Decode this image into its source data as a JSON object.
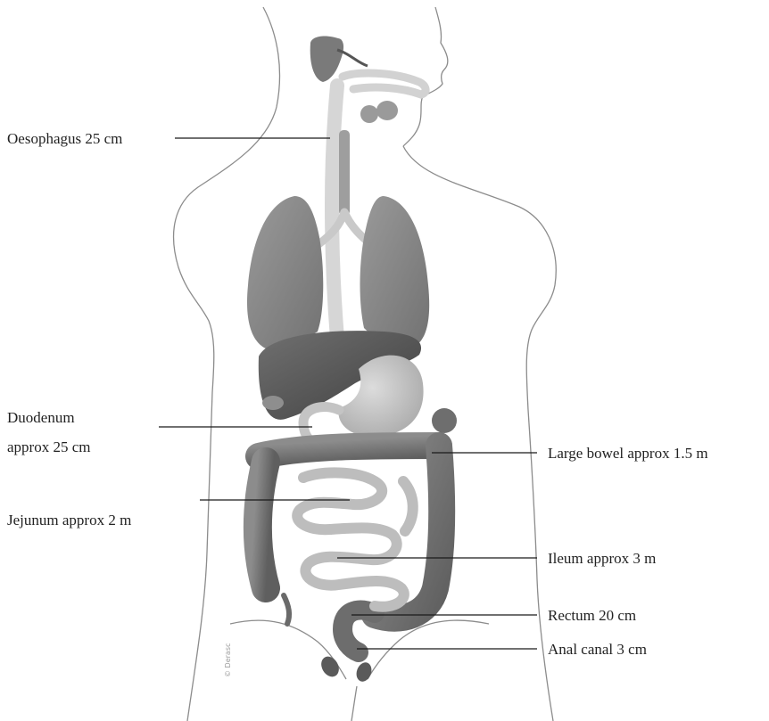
{
  "labels": {
    "oesophagus": "Oesophagus 25 cm",
    "duodenum_line1": "Duodenum",
    "duodenum_line2": "approx 25 cm",
    "jejunum": "Jejunum approx 2 m",
    "large_bowel": "Large bowel approx 1.5 m",
    "ileum": "Ileum approx 3 m",
    "rectum": "Rectum 20 cm",
    "anal_canal": "Anal canal 3 cm"
  },
  "credit": "© Derasc",
  "colors": {
    "outline": "#8c8c8c",
    "lung": "#8a8a8a",
    "liver": "#5e5e5e",
    "stomach": "#c2c2c2",
    "oesophagus": "#d6d6d6",
    "small_bowel": "#bdbdbd",
    "large_bowel": "#7c7c7c",
    "salivary": "#7a7a7a"
  }
}
